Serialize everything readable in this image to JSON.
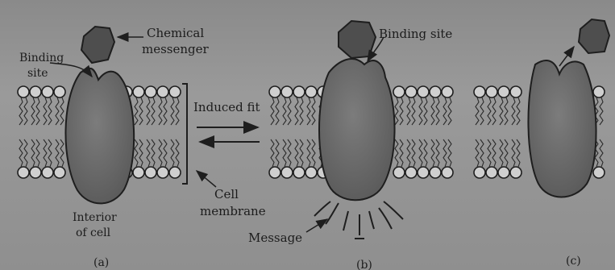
{
  "diagram": {
    "labels": {
      "chemical_messenger_line1": "Chemical",
      "chemical_messenger_line2": "messenger",
      "binding_site_a_line1": "Binding",
      "binding_site_a_line2": "site",
      "binding_site_b": "Binding site",
      "induced_fit": "Induced fit",
      "cell_membrane_line1": "Cell",
      "cell_membrane_line2": "membrane",
      "interior_line1": "Interior",
      "interior_line2": "of cell",
      "message": "Message"
    },
    "panels": [
      "(a)",
      "(b)",
      "(c)"
    ],
    "colors": {
      "background": "#9a9a9a",
      "receptor_fill": "#6d6d6d",
      "messenger_fill": "#4e4e4e",
      "lipid_head_fill": "#cfcfcf",
      "outline": "#1e1e1e"
    }
  }
}
